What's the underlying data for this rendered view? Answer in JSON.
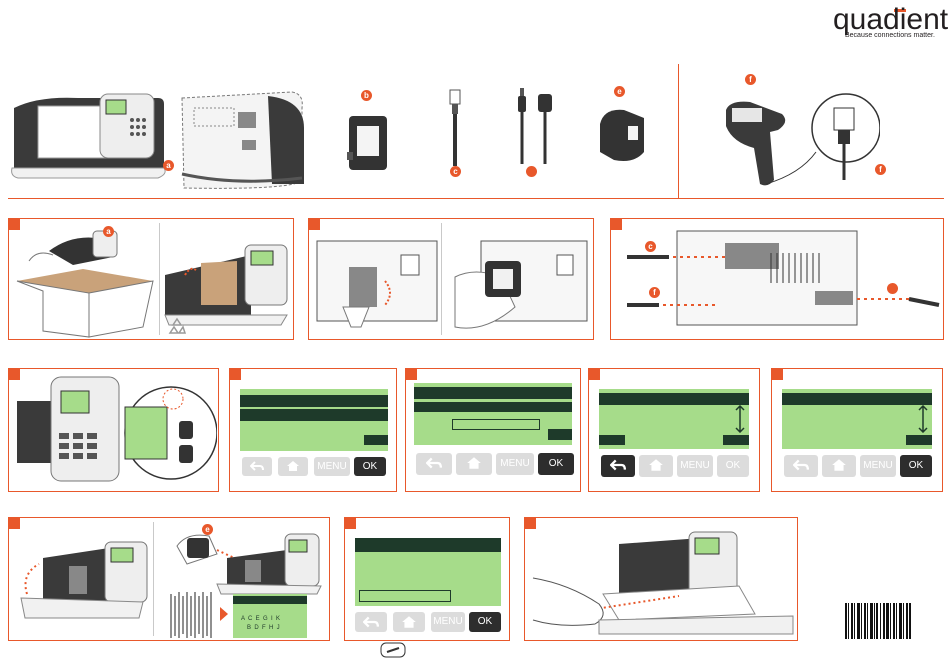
{
  "brand": {
    "logo_text": "quadient",
    "tagline": "Because connections matter."
  },
  "colors": {
    "accent": "#e8582b",
    "lcd": "#a6dc8a",
    "lcd_dark": "#1e3a2a",
    "button_active": "#2d2d2d",
    "button_inactive": "#dcdcdc"
  },
  "contents_badges": [
    "a",
    "b",
    "c",
    "",
    "e",
    "f",
    "f"
  ],
  "step_badges": {
    "unpack": "a",
    "ink": "b",
    "cable_c": "c",
    "cable_f": "f",
    "ink_insert": "e"
  },
  "keypad_buttons": {
    "back_icon": "back-arrow-icon",
    "home_icon": "home-icon",
    "menu": "MENU",
    "ok": "OK"
  },
  "ink_alignment_letters": {
    "top": "A  C  E  G  I  K",
    "bottom": "B  D  F  H  J",
    "highlighted": "F"
  }
}
